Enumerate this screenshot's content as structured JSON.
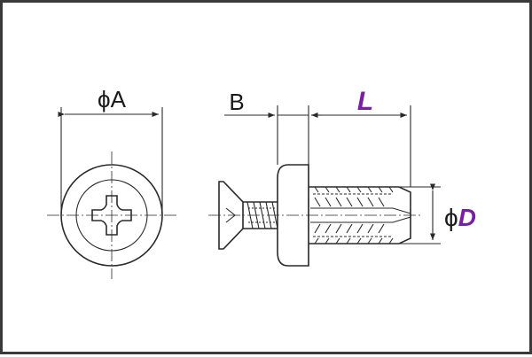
{
  "labels": {
    "head_diameter": "ϕA",
    "head_height": "B",
    "length": "L",
    "body_diameter": "ϕD"
  },
  "colors": {
    "accent": "#7a1fa2",
    "line": "#2a2a2a",
    "frame": "#3a3a3a"
  },
  "icons": {
    "front_view": "phillips-head-front-view",
    "side_view": "screw-side-view"
  }
}
